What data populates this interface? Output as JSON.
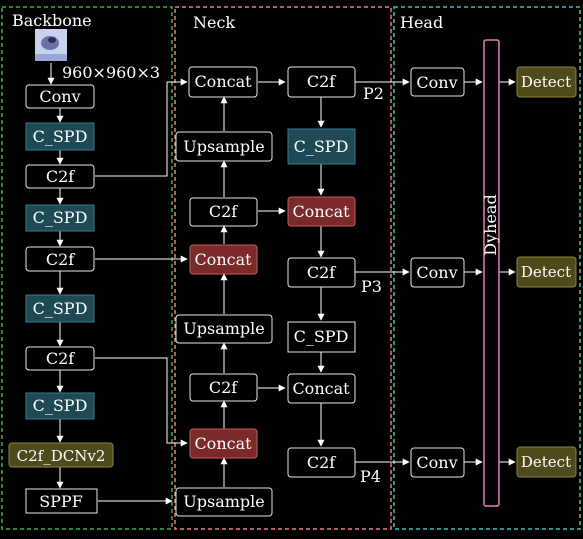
{
  "sections": {
    "backbone": "Backbone",
    "neck": "Neck",
    "head": "Head"
  },
  "input_size": "960×960×3",
  "backbone": {
    "conv": "Conv",
    "cspd1": "C_SPD",
    "c2f1": "C2f",
    "cspd2": "C_SPD",
    "c2f2": "C2f",
    "cspd3": "C_SPD",
    "c2f3": "C2f",
    "cspd4": "C_SPD",
    "c2f_dcn": "C2f_DCNv2",
    "sppf": "SPPF"
  },
  "neck": {
    "concat_top": "Concat",
    "upsample1": "Upsample",
    "c2f_a": "C2f",
    "concat_mid": "Concat",
    "upsample2": "Upsample",
    "c2f_b": "C2f",
    "concat_low": "Concat",
    "upsample3": "Upsample",
    "c2f_p2": "C2f",
    "cspd_n1": "C_SPD",
    "concat_r1": "Concat",
    "c2f_p3": "C2f",
    "cspd_n2": "C_SPD",
    "concat_r2": "Concat",
    "c2f_p4": "C2f",
    "p2": "P2",
    "p3": "P3",
    "p4": "P4"
  },
  "head": {
    "conv1": "Conv",
    "conv2": "Conv",
    "conv3": "Conv",
    "dyhead": "Dyhead",
    "detect1": "Detect",
    "detect2": "Detect",
    "detect3": "Detect"
  },
  "colors": {
    "background": "#000000",
    "box_border": "#e8e8e8",
    "cspd_fill": "#1d4a55",
    "concat_fill": "#7a2a28",
    "detect_fill": "#4e4a1c",
    "detect_text": "#f2e6a8",
    "backbone_border": "#3cb04a",
    "neck_border": "#e87a8a",
    "head_border": "#3cc6b4",
    "dyhead_border": "#e87ab8"
  }
}
